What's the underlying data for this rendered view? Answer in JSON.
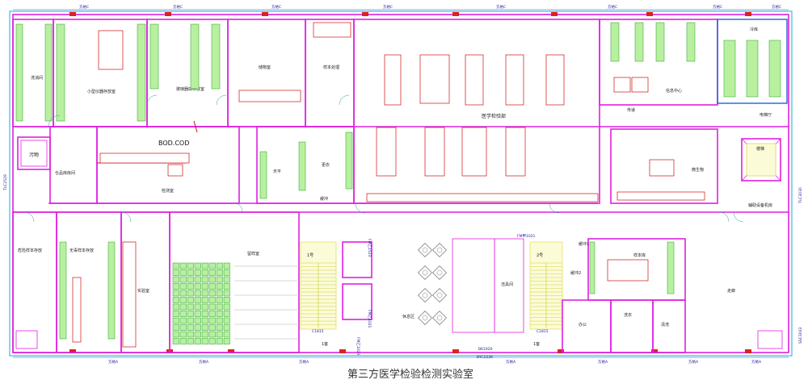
{
  "caption": "第三方医学检验检测实验室",
  "axis_top": [
    "方格C",
    "方格C",
    "方格C",
    "方格C",
    "方格C",
    "方格C",
    "方格C",
    "方格C"
  ],
  "axis_bottom": [
    "方格A",
    "方格A",
    "方格A",
    "方格A",
    "方格A",
    "方格A",
    "方格A"
  ],
  "rooms": {
    "r1": "洗消间",
    "r2": "小型仪器存放室",
    "r3": "玻璃器皿存放室",
    "r4": "储物室",
    "r5": "样本处理",
    "r6": "医学检验部",
    "r7": "信息中心",
    "r8": "传递",
    "r9": "冷库",
    "r10": "污物",
    "r11": "BOD.COD",
    "r12": "仓品库房间",
    "r13": "检测室",
    "r14": "天平",
    "r15": "更衣",
    "r16": "缓冲",
    "r17": "微生物",
    "r18": "电梯厅",
    "r19": "楼梯",
    "r20": "辅助设备机房",
    "r21": "危险样本存放",
    "r22": "无毒样本存放",
    "r23": "实验室",
    "r24": "留样室",
    "r25": "休息区",
    "r26": "洁具间",
    "r27": "办公",
    "r28": "样本库",
    "r29": "缓冲2",
    "r30": "走廊",
    "r31": "缓冲1",
    "r32": "洗衣",
    "r33": "清洗",
    "r34": "1号",
    "r35": "2号",
    "r36": "1客"
  },
  "doors": {
    "d1": "FM乙1523",
    "d2": "FM乙1021",
    "d3": "FM乙1023",
    "d4": "FM甲1021",
    "d5": "BYC1536",
    "d6": "BK1920",
    "d7": "C1815",
    "d8": "C1815",
    "d9": "1客",
    "d10": "1号"
  },
  "side_labels": {
    "left": "TLC2529",
    "right_top": "TLC3030",
    "right_bottom": "SSC3043"
  }
}
